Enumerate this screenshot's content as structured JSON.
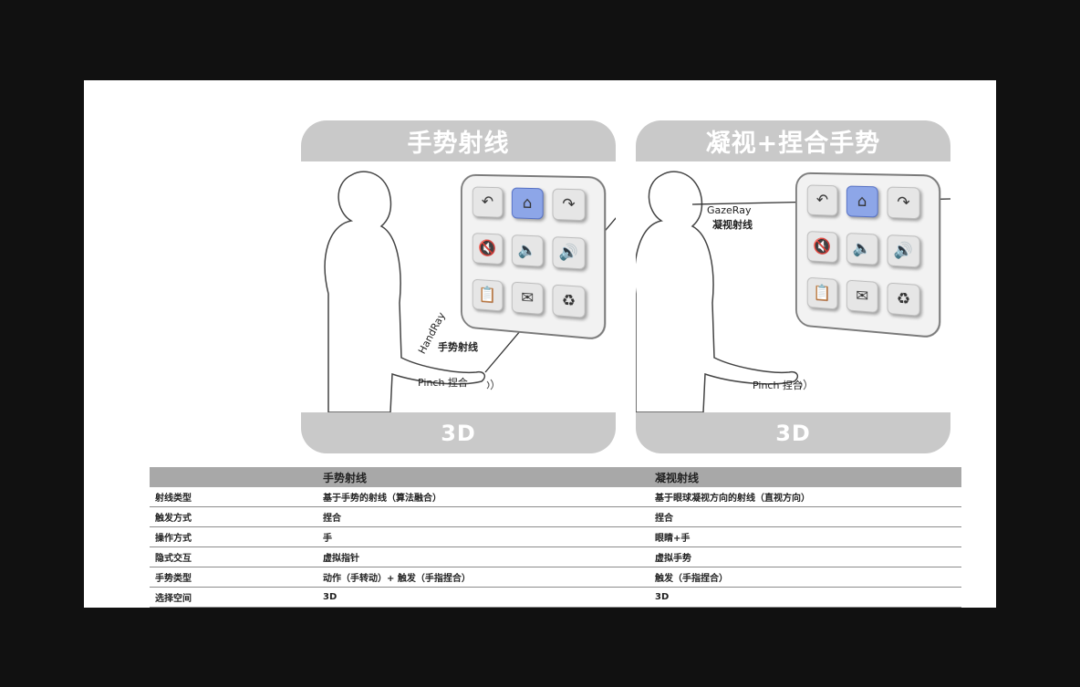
{
  "panels": {
    "left": {
      "title": "手势射线",
      "bottom": "3D",
      "ray_label": "HandRay",
      "ray_label_cn": "手势射线",
      "pinch_label": "Pinch  捏合"
    },
    "right": {
      "title": "凝视+捏合手势",
      "bottom": "3D",
      "ray_label": "GazeRay",
      "ray_label_cn": "凝视射线",
      "pinch_label": "Pinch  捏合"
    }
  },
  "grid_icons": [
    "undo-arrow",
    "home",
    "redo-arrow",
    "mute",
    "volume-low",
    "volume-high",
    "clipboard",
    "mail",
    "recycle-bin"
  ],
  "colors": {
    "banner": "#c9c9c9",
    "active_cell": "#8da6e8",
    "table_header": "#a8a8a8"
  },
  "table": {
    "headers": [
      "",
      "手势射线",
      "凝视射线"
    ],
    "rows": [
      [
        "射线类型",
        "基于手势的射线（算法融合）",
        "基于眼球凝视方向的射线（直视方向）"
      ],
      [
        "触发方式",
        "捏合",
        "捏合"
      ],
      [
        "操作方式",
        "手",
        "眼睛+手"
      ],
      [
        "隐式交互",
        "虚拟指针",
        "虚拟手势"
      ],
      [
        "手势类型",
        "动作（手转动）+ 触发（手指捏合）",
        "触发（手指捏合）"
      ],
      [
        "选择空间",
        "3D",
        "3D"
      ]
    ]
  }
}
